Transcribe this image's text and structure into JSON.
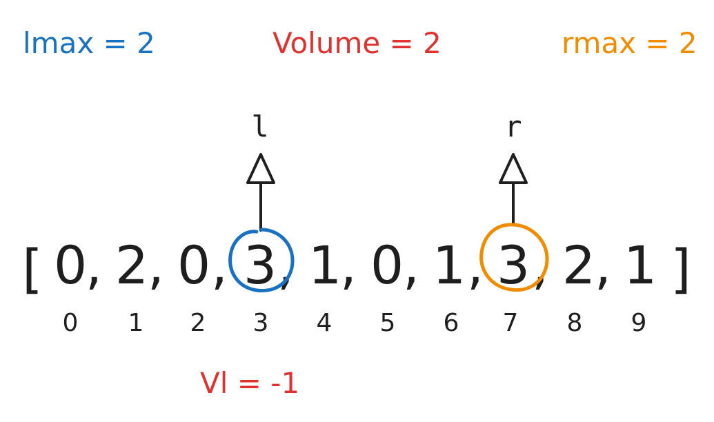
{
  "header": {
    "lmax": "lmax = 2",
    "volume": "Volume = 2",
    "rmax": "rmax = 2"
  },
  "pointers": {
    "left": {
      "label": "l",
      "index": 3
    },
    "right": {
      "label": "r",
      "index": 7
    }
  },
  "array": {
    "open_bracket": "[",
    "close_bracket": "]",
    "values": [
      "0",
      "2",
      "0",
      "3",
      "1",
      "0",
      "1",
      "3",
      "2",
      "1"
    ],
    "indices": [
      "0",
      "1",
      "2",
      "3",
      "4",
      "5",
      "6",
      "7",
      "8",
      "9"
    ]
  },
  "footer": {
    "vl": "Vl = -1"
  },
  "colors": {
    "lmax": "#1971c2",
    "volume": "#e03131",
    "rmax": "#f08c00",
    "ink": "#1e1e1e"
  }
}
